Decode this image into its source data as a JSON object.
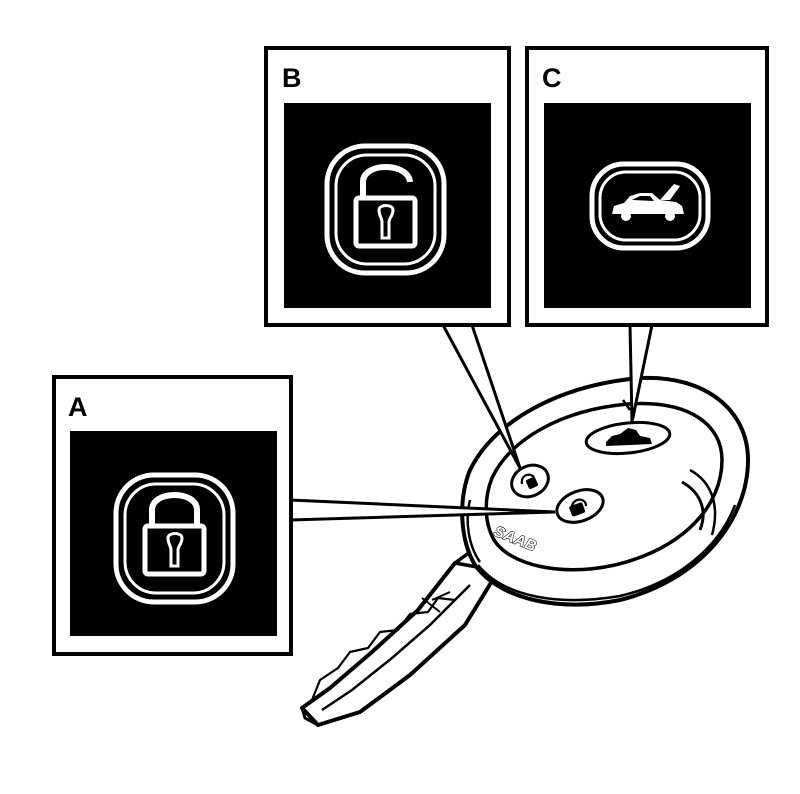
{
  "callouts": {
    "a": {
      "letter": "A",
      "icon": "lock-closed-icon"
    },
    "b": {
      "letter": "B",
      "icon": "lock-open-icon"
    },
    "c": {
      "letter": "C",
      "icon": "trunk-car-icon"
    }
  },
  "key_fob": {
    "brand": "SAAB"
  },
  "colors": {
    "ink": "#000000",
    "paper": "#ffffff"
  }
}
